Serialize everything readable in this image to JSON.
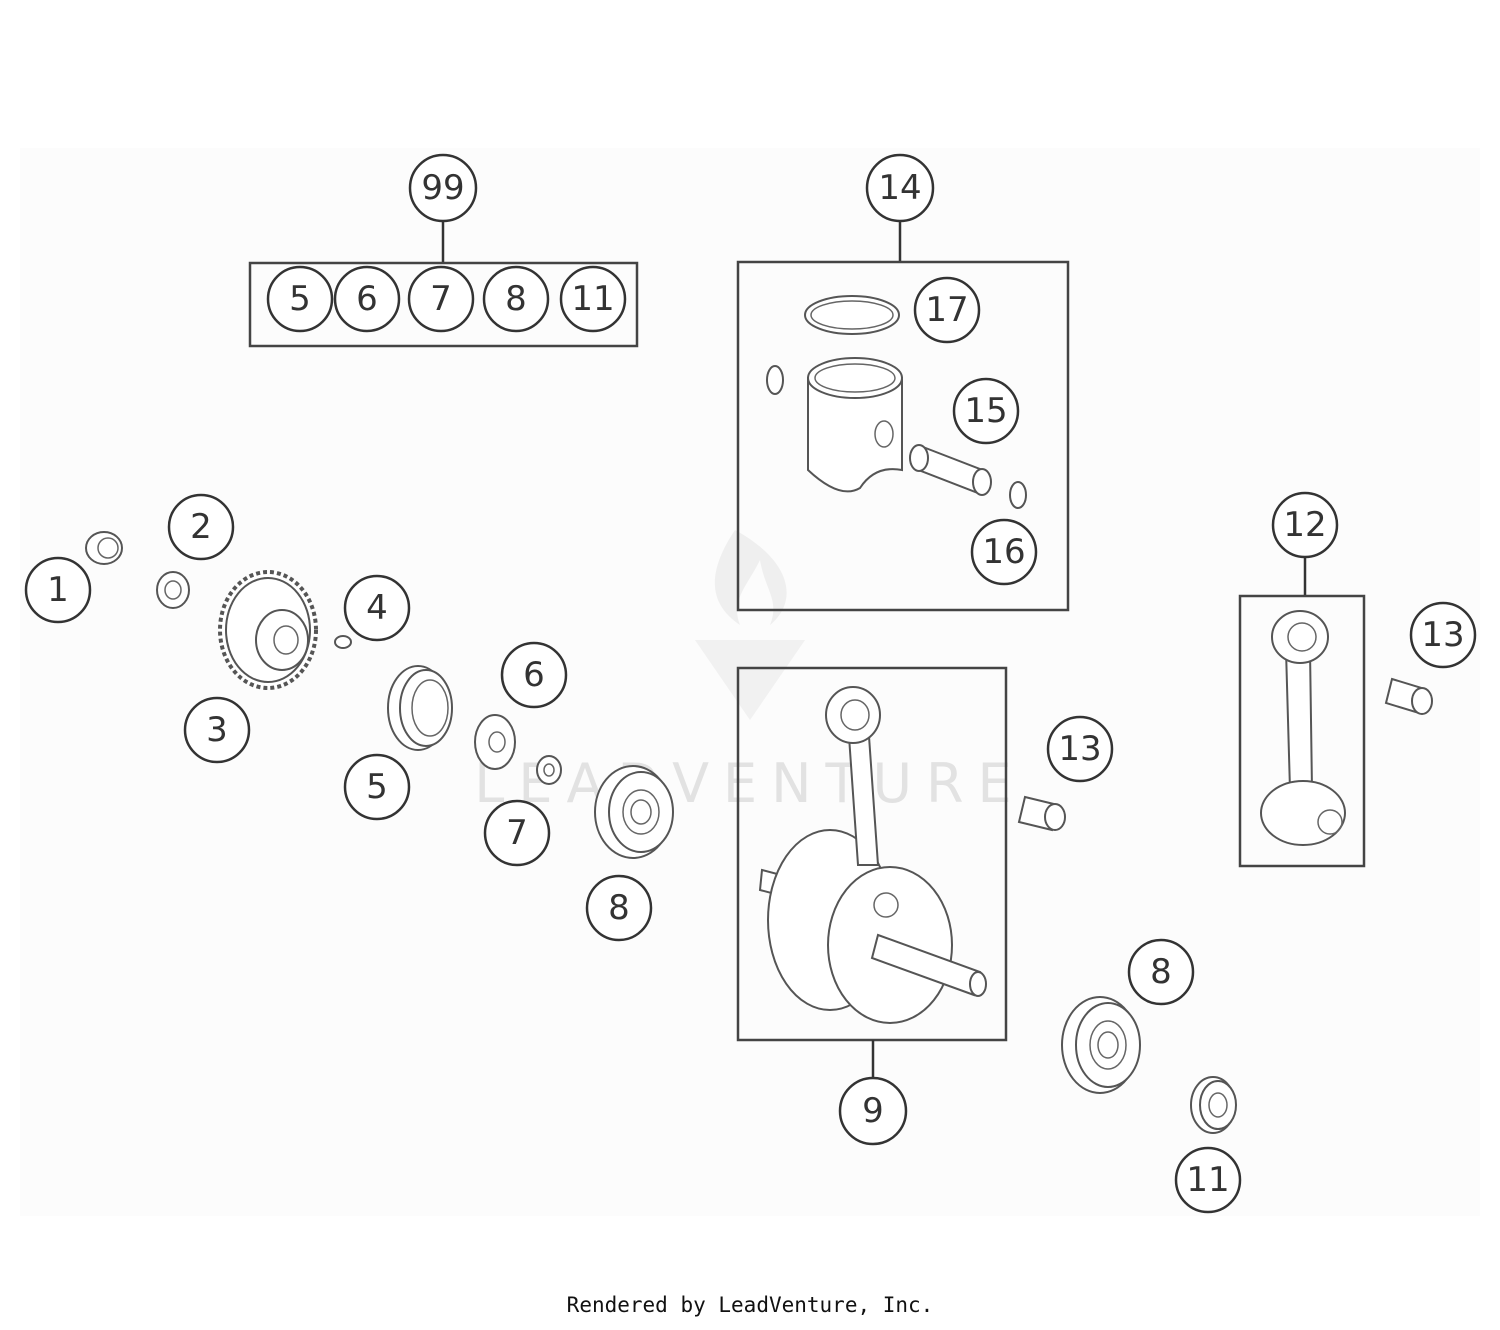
{
  "callouts": {
    "c1": "1",
    "c2": "2",
    "c3": "3",
    "c4": "4",
    "c5": "5",
    "c6": "6",
    "c7": "7",
    "c8a": "8",
    "c8b": "8",
    "c9": "9",
    "c11": "11",
    "c12": "12",
    "c13a": "13",
    "c13b": "13",
    "c14": "14",
    "c15": "15",
    "c16": "16",
    "c17": "17",
    "c99": "99"
  },
  "kit_99_members": [
    "5",
    "6",
    "7",
    "8",
    "11"
  ],
  "watermark": "LEADVENTURE",
  "footer": "Rendered by LeadVenture, Inc."
}
